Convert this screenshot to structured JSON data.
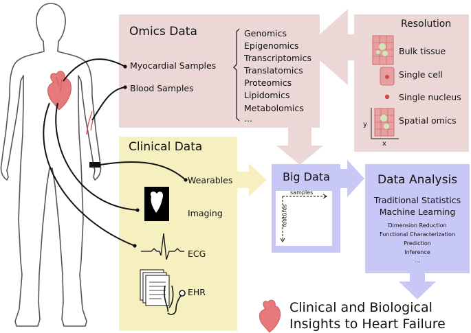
{
  "omics": {
    "title": "Omics Data",
    "samples": [
      "Myocardial Samples",
      "Blood Samples"
    ],
    "types": [
      "Genomics",
      "Epigenomics",
      "Transcriptomics",
      "Translatomics",
      "Proteomics",
      "Lipidomics",
      "Metabolomics",
      "..."
    ]
  },
  "resolution": {
    "title": "Resolution",
    "levels": [
      "Bulk tissue",
      "Single cell",
      "Single nucleus",
      "Spatial omics"
    ],
    "axis_x": "x",
    "axis_y": "y"
  },
  "clinical": {
    "title": "Clinical Data",
    "items": [
      "Wearables",
      "Imaging",
      "ECG",
      "EHR"
    ]
  },
  "big_data": {
    "title": "Big Data",
    "axis_samples": "samples",
    "axis_features": "features"
  },
  "analysis": {
    "title": "Data Analysis",
    "methods": [
      "Traditional Statistics",
      "Machine Learning"
    ],
    "tasks": [
      "Dimension Reduction",
      "Functional Characterization",
      "Prediction",
      "Inference",
      "..."
    ]
  },
  "insights": {
    "line1": "Clinical and Biological",
    "line2": "Insights to Heart Failure"
  },
  "colors": {
    "omics_bg": "#ecd7d7",
    "clinical_bg": "#f6efbf",
    "analysis_bg": "#c8c8f6",
    "heart": "#e7797b",
    "body_outline": "#555555"
  },
  "icons": [
    "human-body-icon",
    "heart-icon",
    "wristband-icon",
    "mri-heart-icon",
    "ecg-trace-icon",
    "ehr-documents-icon",
    "stethoscope-icon",
    "bulk-tissue-icon",
    "single-cell-icon",
    "single-nucleus-icon",
    "spatial-omics-icon"
  ]
}
